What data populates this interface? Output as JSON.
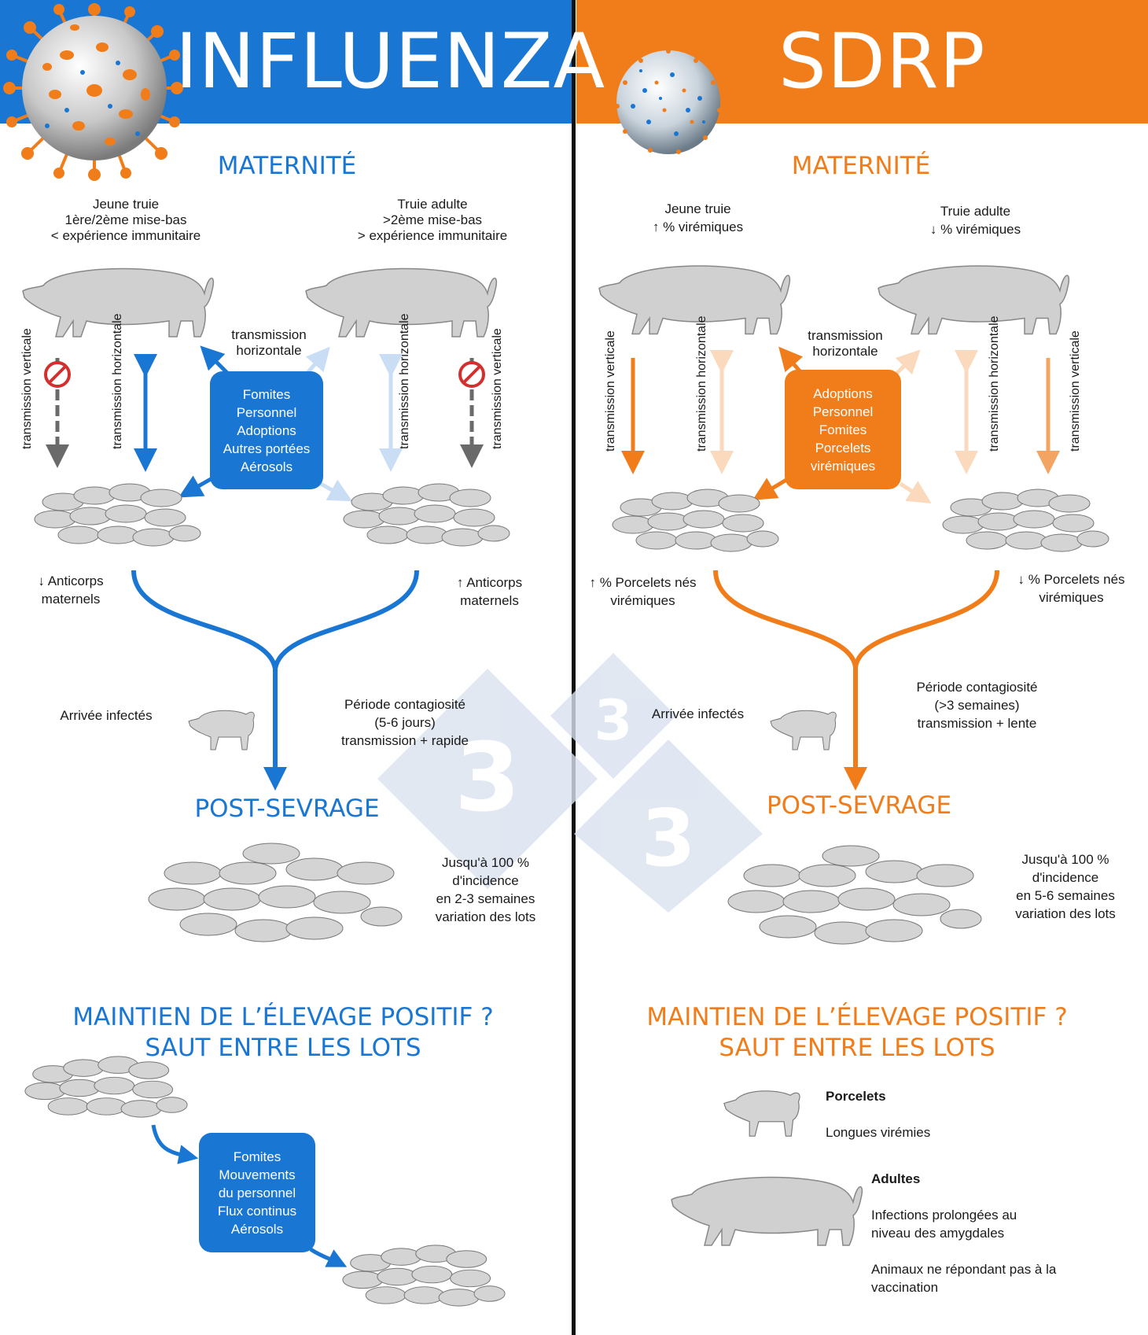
{
  "influenza": {
    "title": "INFLUENZA",
    "color": "#1976d2",
    "maternite": "MATERNITÉ",
    "sow_young_lines": [
      "Jeune truie",
      "1ère/2ème mise-bas",
      "< expérience immunitaire"
    ],
    "sow_adult_lines": [
      "Truie adulte",
      ">2ème mise-bas",
      "> expérience immunitaire"
    ],
    "transmission_horizontale_center": [
      "transmission",
      "horizontale"
    ],
    "transmission_verticale": "transmission verticale",
    "transmission_horizontale": "transmission horizontale",
    "box_lines": [
      "Fomites",
      "Personnel",
      "Adoptions",
      "Autres portées",
      "Aérosols"
    ],
    "anticorps_left": [
      "↓ Anticorps",
      "maternels"
    ],
    "anticorps_right": [
      "↑ Anticorps",
      "maternels"
    ],
    "arrivee": "Arrivée infectés",
    "periode_lines": [
      "Période contagiosité",
      "(5-6 jours)",
      "transmission + rapide"
    ],
    "post_sevrage": "POST-SEVRAGE",
    "incidence_lines": [
      "Jusqu'à 100 %",
      "d'incidence",
      "en 2-3 semaines",
      "variation des lots"
    ],
    "maintien_lines": [
      "MAINTIEN DE L’ÉLEVAGE POSITIF ?",
      "SAUT ENTRE LES LOTS"
    ],
    "box2_lines": [
      "Fomites",
      "Mouvements",
      "du personnel",
      "Flux continus",
      "Aérosols"
    ]
  },
  "sdrp": {
    "title": "SDRP",
    "color": "#f07d1a",
    "maternite": "MATERNITÉ",
    "sow_young_lines": [
      "Jeune truie",
      "↑ % virémiques"
    ],
    "sow_adult_lines": [
      "Truie adulte",
      "↓ % virémiques"
    ],
    "transmission_horizontale_center": [
      "transmission",
      "horizontale"
    ],
    "transmission_verticale": "transmission verticale",
    "transmission_horizontale": "transmission horizontale",
    "box_lines": [
      "Adoptions",
      "Personnel",
      "Fomites",
      "Porcelets",
      "virémiques"
    ],
    "porcelets_left": [
      "↑ % Porcelets nés",
      "virémiques"
    ],
    "porcelets_right": [
      "↓ % Porcelets nés",
      "virémiques"
    ],
    "arrivee": "Arrivée infectés",
    "periode_lines": [
      "Période contagiosité",
      "(>3 semaines)",
      "transmission + lente"
    ],
    "post_sevrage": "POST-SEVRAGE",
    "incidence_lines": [
      "Jusqu'à 100 %",
      "d'incidence",
      "en 5-6 semaines",
      "variation des lots"
    ],
    "maintien_lines": [
      "MAINTIEN DE L’ÉLEVAGE POSITIF ?",
      "SAUT ENTRE LES LOTS"
    ],
    "porcelets_title": "Porcelets",
    "porcelets_text": "Longues virémies",
    "adultes_title": "Adultes",
    "adultes_text1": "Infections prolongées au niveau des amygdales",
    "adultes_text2": "Animaux ne répondant pas à la vaccination"
  },
  "watermark": [
    "3",
    "3",
    "3"
  ]
}
